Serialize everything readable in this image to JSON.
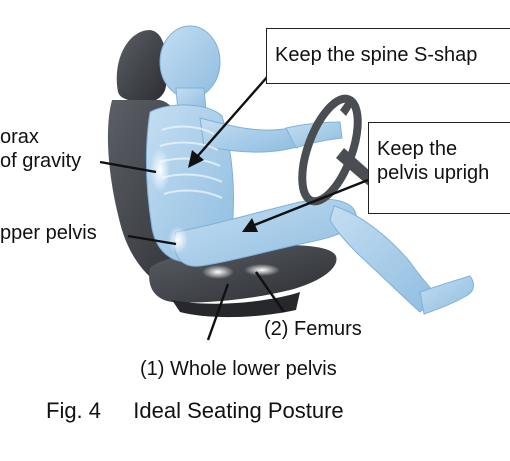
{
  "callouts": {
    "spine_box": "Keep the spine S-shap",
    "pelvis_box_line1": "Keep the",
    "pelvis_box_line2": "pelvis uprigh"
  },
  "labels": {
    "thorax_line1": "orax",
    "thorax_line2": "of gravity",
    "upper_pelvis": "pper pelvis",
    "femurs": "(2) Femurs",
    "lower_pelvis": "(1) Whole lower pelvis"
  },
  "caption": {
    "fig_number": "Fig. 4",
    "title": "Ideal Seating Posture"
  },
  "colors": {
    "seat": "#3a3d42",
    "body": "#a9cde8",
    "highlight": "#e8f6ff"
  }
}
